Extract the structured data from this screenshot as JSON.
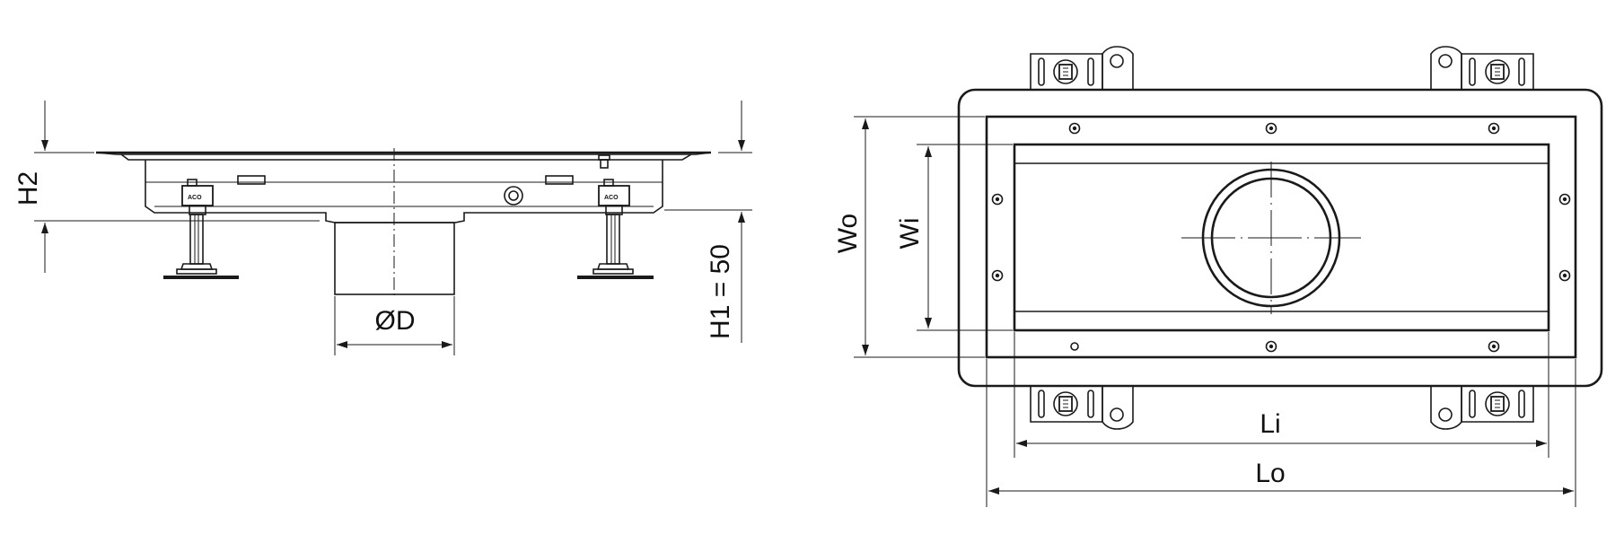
{
  "side_view": {
    "label_height_grate": "H2",
    "label_height_total": "H1 = 50",
    "label_outlet_diameter": "ØD",
    "bracket_marking": "ACO"
  },
  "plan_view": {
    "label_outer_width": "Wo",
    "label_inner_width": "Wi",
    "label_inner_length": "Li",
    "label_outer_length": "Lo"
  },
  "colors": {
    "line": "#1a1a1a",
    "background": "#ffffff"
  }
}
